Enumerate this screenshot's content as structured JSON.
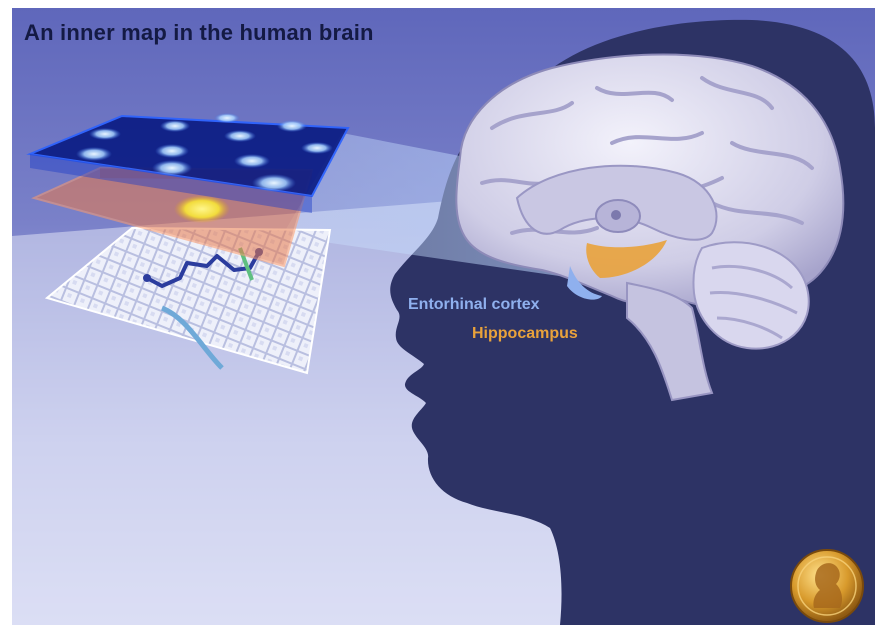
{
  "title": "An inner map in the human brain",
  "labels": {
    "entorhinal": "Entorhinal cortex",
    "hippocampus": "Hippocampus"
  },
  "colors": {
    "entorhinal": "#8fb0ee",
    "hippocampus": "#e9a23b",
    "title": "#141a44",
    "head_silhouette": "#2d3365",
    "grid_fields": "#d6ecff",
    "place_field": "#f5e04a"
  },
  "icons": {
    "medal": "nobel-medal-icon",
    "map": "city-map-icon"
  }
}
